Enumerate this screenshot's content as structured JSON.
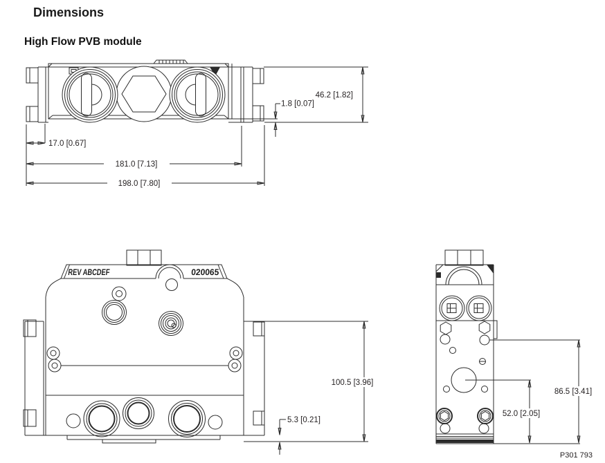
{
  "page": {
    "title": "Dimensions",
    "subtitle": "High Flow PVB module",
    "doc_number": "P301 793"
  },
  "colors": {
    "line": "#2b2b2b",
    "text": "#231f20"
  },
  "top_view": {
    "dim_height": "46.2 [1.82]",
    "dim_step": "1.8 [0.07]",
    "dim_flange": "17.0 [0.67]",
    "dim_mount_span": "181.0 [7.13]",
    "dim_overall": "198.0 [7.80]"
  },
  "front_view": {
    "stamp_rev": "REV ABCDEF",
    "stamp_code": "020065",
    "dim_height": "100.5 [3.96]",
    "dim_foot": "5.3 [0.21]"
  },
  "side_view": {
    "dim_port_center": "52.0 [2.05]",
    "dim_height": "86.5 [3.41]"
  }
}
